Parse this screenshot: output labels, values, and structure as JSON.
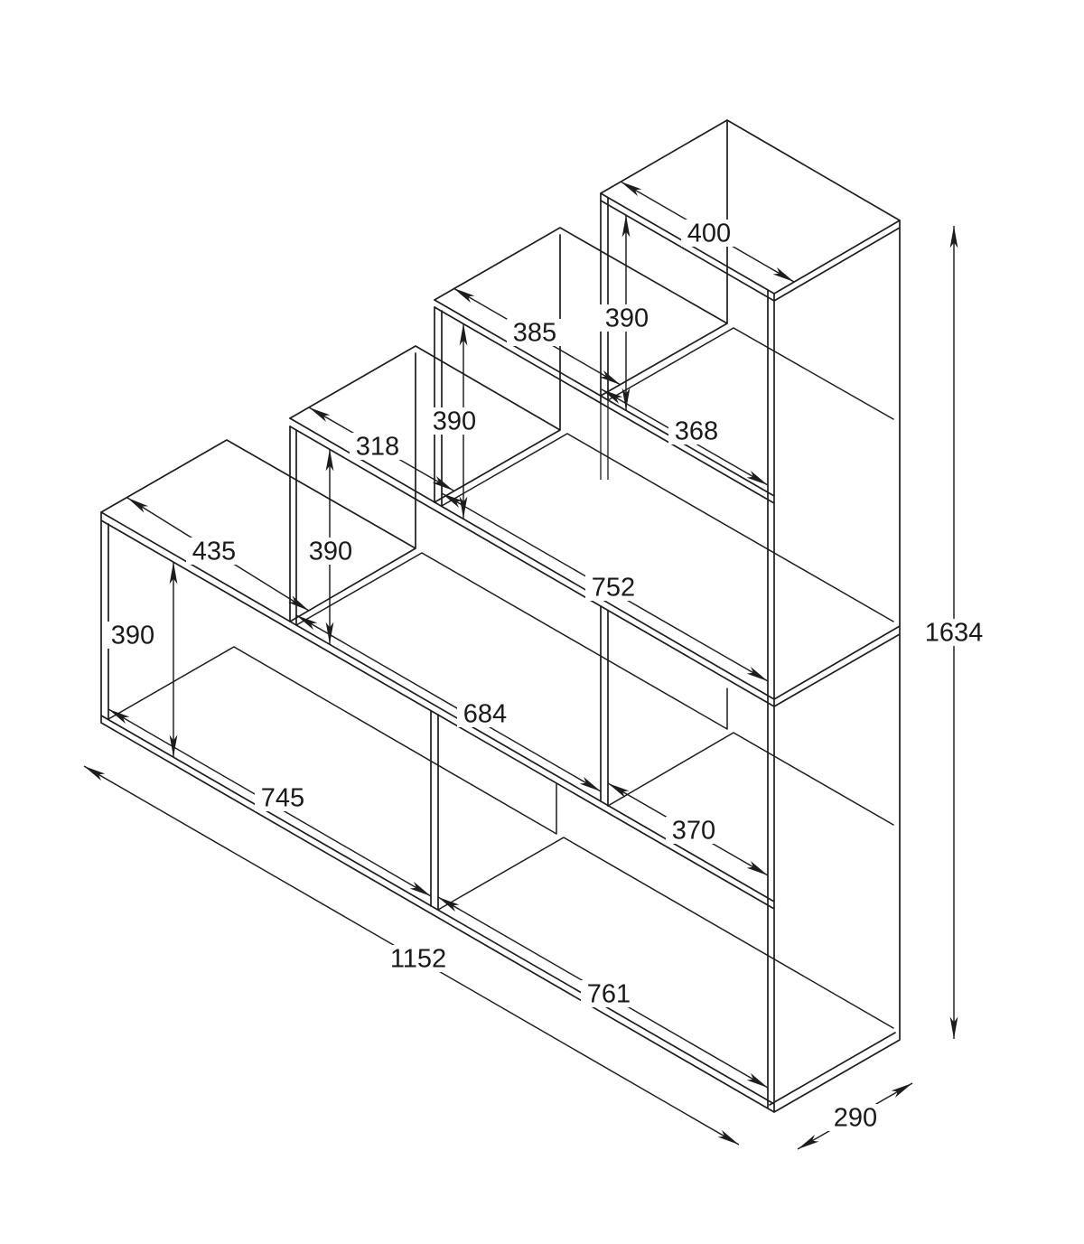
{
  "drawing": {
    "object": "step-shelf-isometric-dimension-drawing",
    "units": "mm",
    "line_color": "#1d1d1d",
    "background_color": "#ffffff"
  },
  "dims": {
    "top_width": {
      "label": "400"
    },
    "step3_width": {
      "label": "385"
    },
    "step2_width": {
      "label": "318"
    },
    "step1_width": {
      "label": "435"
    },
    "top_inner_width": {
      "label": "368"
    },
    "tower_inner_height": {
      "label": "390"
    },
    "level3_inner_height": {
      "label": "390"
    },
    "level2_inner_height": {
      "label": "390"
    },
    "level1_inner_height": {
      "label": "390"
    },
    "level3_inner_width": {
      "label": "752"
    },
    "level2_inner_width": {
      "label": "684"
    },
    "level2_right_inner_width": {
      "label": "370"
    },
    "bottom_left_inner_width": {
      "label": "745"
    },
    "bottom_right_inner_width": {
      "label": "761"
    },
    "bottom_width": {
      "label": "1152"
    },
    "total_height": {
      "label": "1634"
    },
    "depth": {
      "label": "290"
    }
  }
}
